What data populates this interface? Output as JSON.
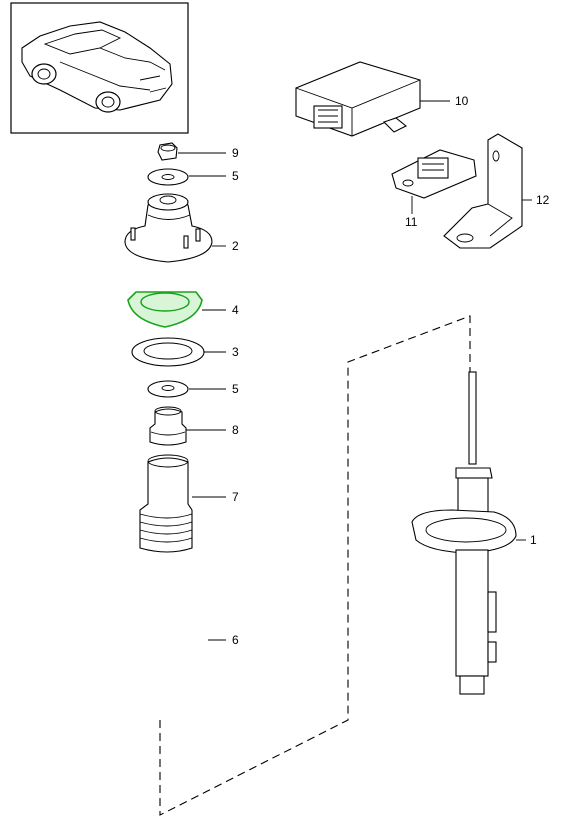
{
  "diagram": {
    "highlight_color": "#1aa31a",
    "thumbnail_icon": "car-convertible-icon",
    "callouts": [
      {
        "id": "9",
        "label": "9"
      },
      {
        "id": "5a",
        "label": "5"
      },
      {
        "id": "2",
        "label": "2"
      },
      {
        "id": "4",
        "label": "4"
      },
      {
        "id": "3",
        "label": "3"
      },
      {
        "id": "5b",
        "label": "5"
      },
      {
        "id": "8",
        "label": "8"
      },
      {
        "id": "7",
        "label": "7"
      },
      {
        "id": "6",
        "label": "6"
      },
      {
        "id": "10",
        "label": "10"
      },
      {
        "id": "11",
        "label": "11"
      },
      {
        "id": "12",
        "label": "12"
      },
      {
        "id": "1",
        "label": "1"
      }
    ]
  }
}
